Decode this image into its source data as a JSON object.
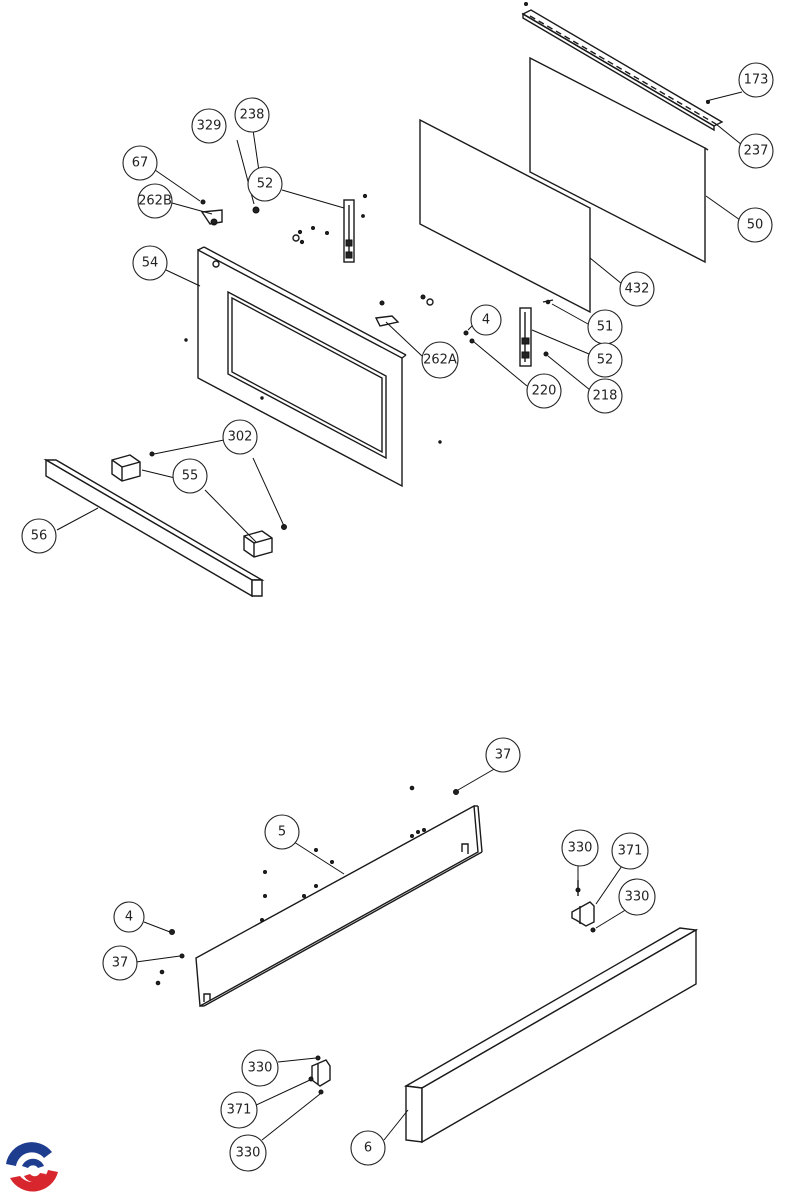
{
  "labels": {
    "l173": "173",
    "l237": "237",
    "l329": "329",
    "l238": "238",
    "l67": "67",
    "l262B": "262B",
    "l52a": "52",
    "l50": "50",
    "l54": "54",
    "l432": "432",
    "l51": "51",
    "l4a": "4",
    "l262A": "262A",
    "l52b": "52",
    "l220": "220",
    "l218": "218",
    "l302": "302",
    "l55": "55",
    "l56": "56",
    "l37a": "37",
    "l5": "5",
    "l330a": "330",
    "l371a": "371",
    "l330b": "330",
    "l4b": "4",
    "l37b": "37",
    "l330c": "330",
    "l371b": "371",
    "l330d": "330",
    "l6": "6"
  },
  "logo": {
    "colors": [
      "#1f3d8f",
      "#d8262e"
    ]
  }
}
